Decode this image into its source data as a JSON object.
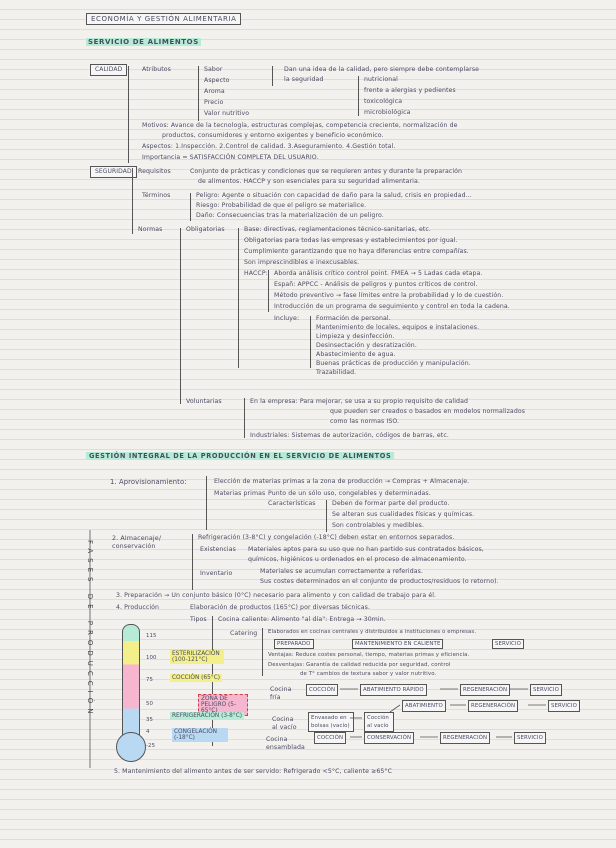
{
  "header": {
    "title": "ECONOMÍA Y GESTIÓN ALIMENTARIA",
    "section1": "SERVICIO DE ALIMENTOS",
    "section2": "GESTIÓN INTEGRAL DE LA PRODUCCIÓN EN EL SERVICIO DE ALIMENTOS"
  },
  "calidad": {
    "label": "CALIDAD",
    "atributos": "Atributos",
    "attrs": [
      "Sabor",
      "Aspecto",
      "Aroma",
      "Precio",
      "Valor nutritivo"
    ],
    "desc1": "Dan una idea de la calidad, pero siempre debe contemplarse",
    "desc2": "la seguridad",
    "seg": [
      "nutricional",
      "frente a alergias y pedientes",
      "toxicológica",
      "microbiológica"
    ],
    "motivos": "Motivos: Avance de la tecnología, estructuras complejas, competencia creciente, normalización de",
    "motivos2": "productos, consumidores y entorno exigentes y beneficio económico.",
    "aspectos": "Aspectos: 1.Inspección. 2.Control de calidad. 3.Aseguramiento. 4.Gestión total.",
    "importancia": "Importancia = SATISFACCIÓN COMPLETA DEL USUARIO."
  },
  "seguridad": {
    "label": "SEGURIDAD",
    "requisitos": "Requisitos",
    "req1": "Conjunto de prácticas y condiciones que se requieren antes y durante la preparación",
    "req2": "de alimentos. HACCP y son esenciales para su seguridad alimentaria.",
    "terminos": "Términos",
    "term1": "Peligro: Agente o situación con capacidad de daño para la salud, crisis en propiedad...",
    "term2": "Riesgo: Probabilidad de que el peligro se materialice.",
    "term3": "Daño: Consecuencias tras la materialización de un peligro.",
    "normas": "Normas",
    "obligatorias": "Obligatorias",
    "obl": [
      "Base: directivas, reglamentaciones técnico-sanitarias, etc.",
      "Obligatorias para todas las empresas y establecimientos por igual.",
      "Cumplimiento garantizando que no haya diferencias entre compañías.",
      "Son imprescindibles e inexcusables."
    ],
    "haccp": "HACCP:",
    "haccp_lines": [
      "Aborda análisis crítico control point. FMEA → 5 Ladas cada etapa.",
      "Españ: APPCC - Análisis de peligros y puntos críticos de control.",
      "Método preventivo → fase límites entre la probabilidad y lo de cuestión.",
      "Introducción de un programa de seguimiento y control en toda la cadena."
    ],
    "incluye": "Incluye:",
    "incl": [
      "Formación de personal.",
      "Mantenimiento de locales, equipos e instalaciones.",
      "Limpieza y desinfección.",
      "Desinsectación y desratización.",
      "Abastecimiento de agua.",
      "Buenas prácticas de producción y manipulación.",
      "Trazabilidad."
    ],
    "voluntarias": "Voluntarias",
    "vol1": "En la empresa: Para mejorar, se usa a su propio requisito de calidad",
    "vol2": "que pueden ser creados o basados en modelos normalizados",
    "vol3": "como las normas ISO.",
    "industriales": "Industriales: Sistemas de autorización, códigos de barras, etc."
  },
  "gestion": {
    "a1": "1. Aprovisionamiento:",
    "a1l": "Elección de materias primas a la zona de producción → Compras + Almacenaje.",
    "mp": "Materias primas",
    "mp1": "Punto de un sólo uso, congelables y determinadas.",
    "caract": "Características",
    "car": [
      "Deben de formar parte del producto.",
      "Se alteran sus cualidades físicas y químicas.",
      "Son controlables y medibles."
    ],
    "a2": "2. Almacenaje/ conservación",
    "a2l1": "Refrigeración (3-8°C) y congelación (-18°C) deben estar en entornos separados.",
    "existencias": "Existencias",
    "ex1": "Materiales aptos para su uso que no han partido sus contratados básicos,",
    "ex2": "químicos, higiénicos u ordenados en el proceso de almacenamiento.",
    "inv": "Inventario",
    "inv1": "Materiales se acumulan correctamente a referidas.",
    "inv2": "Sus costes determinados en el conjunto de productos/residuos (o retorno).",
    "a3": "3. Preparación → Un conjunto básico (0°C) necesario para alimento y con calidad de trabajo para él.",
    "a4": "4. Producción",
    "a4l": "Elaboración de productos (165°C) por diversas técnicas.",
    "tipos": "Tipos",
    "cocina": "Cocina caliente: Alimento \"al día\": Entrega → 30min.",
    "catering": "Catering",
    "cat1": "Elaborados en cocinas centrales y distribuidos a instituciones o empresas.",
    "cat_box1": "PREPARADO",
    "cat_box2": "MANTENIMIENTO EN CALIENTE",
    "cat_box3": "SERVICIO",
    "cat2": "Ventajas: Reduce costes personal, tiempo, materias primas y eficiencia.",
    "cat3": "Desventajas: Garantía de calidad reducida por seguridad, control",
    "cat4": "de T° cambios de textura sabor y valor nutritivo.",
    "fria": "Cocina fría",
    "fria_steps": [
      "COCCIÓN",
      "ABATIMIENTO RÁPIDO",
      "REGENERACIÓN",
      "SERVICIO"
    ],
    "vacio": "Cocina al vacío",
    "vacio_steps": [
      "Envasado en bolsas (vacío)",
      "Cocción al vacío",
      "ABATIMIENTO",
      "REGENERACIÓN",
      "SERVICIO"
    ],
    "ensam": "Cocina ensamblada",
    "ensam_steps": [
      "COCCIÓN",
      "CONSERVACIÓN",
      "REGENERACIÓN",
      "SERVICIO"
    ],
    "footer": "5. Mantenimiento del alimento antes de ser servido: Refrigerado <5°C, caliente ≥65°C"
  },
  "thermo": {
    "ticks": [
      "115",
      "100",
      "75",
      "50",
      "35",
      "4",
      "-25"
    ],
    "labels": [
      "ESTERILIZACIÓN (100-121°C)",
      "COCCIÓN (65°C)",
      "ZONA DE PELIGRO (5-65°C)",
      "REFRIGERACIÓN (3-8°C)",
      "CONGELACIÓN (-18°C)"
    ],
    "vertical_word": "FASES DE PRODUCCIÓN"
  }
}
